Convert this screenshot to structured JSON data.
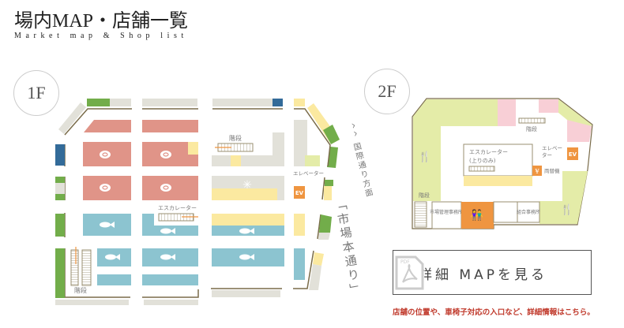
{
  "header": {
    "title": "場内MAP・店舗一覧",
    "subtitle": "Market map & Shop list"
  },
  "floor1": {
    "label": "1F",
    "stairs_top": "階段",
    "stairs_bottom": "階段",
    "escalator": "エスカレーター",
    "elevator_label": "エレベーター",
    "elevator_badge": "EV",
    "direction_kokusai": "^^ 国際通り方面",
    "street_name": "「市場本通り」"
  },
  "floor2": {
    "label": "2F",
    "stairs_top": "階段",
    "stairs_left": "階段",
    "escalator": "エスカレーター",
    "escalator_note": "(上りのみ)",
    "elevator_label": "エレベーター",
    "elevator_badge": "EV",
    "exchange_icon": "¥",
    "exchange_label": "両替機",
    "office_market": "市場管理事務所",
    "office_union": "組合事務所"
  },
  "detail_button": {
    "label": "詳細 MAPを見る",
    "pdf_tag": "PDF"
  },
  "caption": "店舗の位置や、車椅子対応の入口など、詳細情報はこちら。",
  "colors": {
    "meat": "#e09488",
    "fish": "#8cc4d0",
    "yellow": "#fbe9a0",
    "green": "#72ad4a",
    "blue": "#336b99",
    "gray": "#e2e1d9",
    "wall": "#7a6c4a",
    "orange": "#ef9540",
    "lightgreen": "#e4eca8",
    "pink": "#f8cfd6"
  }
}
